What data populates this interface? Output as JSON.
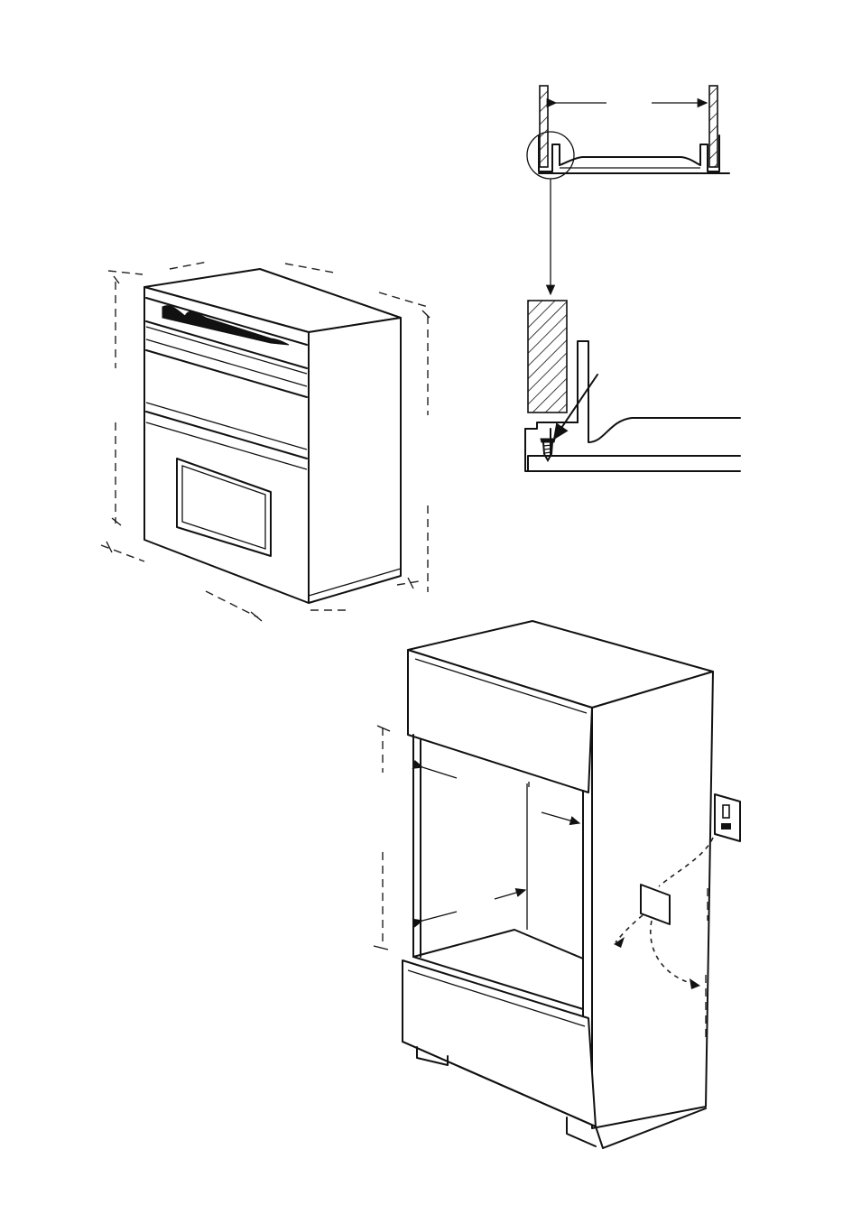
{
  "diagram": {
    "views": [
      {
        "id": "oven-dimensions",
        "label": ""
      },
      {
        "id": "trim-detail",
        "label": ""
      },
      {
        "id": "screw-detail",
        "label": ""
      },
      {
        "id": "cabinet-cutout",
        "label": ""
      }
    ],
    "colors": {
      "line": "#111111",
      "background": "#ffffff",
      "hatch": "#111111"
    },
    "icons": [
      "double-wall-oven",
      "mounting-screw",
      "electrical-outlet",
      "junction-box"
    ]
  }
}
